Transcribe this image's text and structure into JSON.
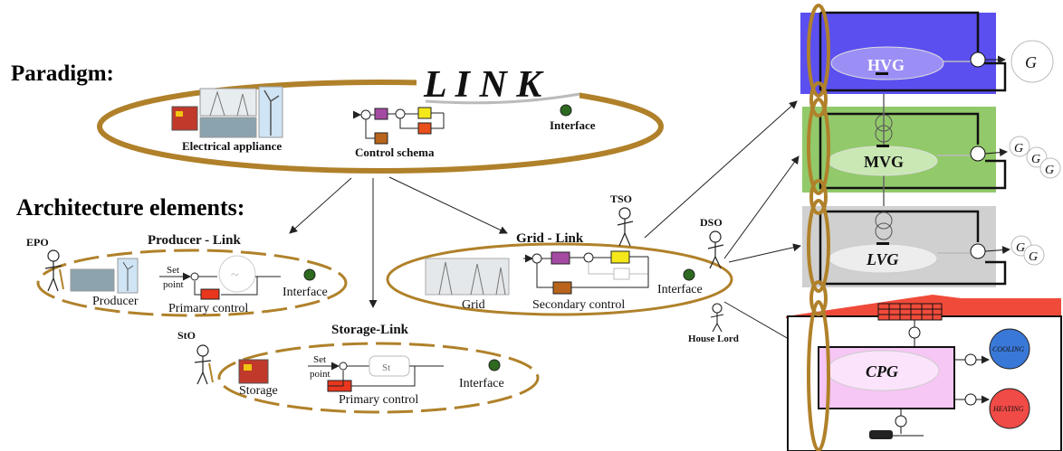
{
  "headings": {
    "paradigm": "Paradigm:",
    "architecture": "Architecture elements:"
  },
  "link": {
    "title": "L I N K",
    "electrical": "Electrical appliance",
    "control": "Control schema",
    "interface": "Interface"
  },
  "producer": {
    "title": "Producer - Link",
    "actor": "EPO",
    "label": "Producer",
    "set": "Set",
    "point": "point",
    "primary": "Primary control",
    "interface": "Interface"
  },
  "storage": {
    "title": "Storage-Link",
    "actor": "StO",
    "label": "Storage",
    "set": "Set",
    "point": "point",
    "st": "St",
    "primary": "Primary control",
    "interface": "Interface"
  },
  "grid": {
    "title": "Grid - Link",
    "actor_tso": "TSO",
    "actor_dso": "DSO",
    "actor_house": "House Lord",
    "label": "Grid",
    "secondary": "Secondary control",
    "interface": "Interface"
  },
  "levels": {
    "hvg": "HVG",
    "mvg": "MVG",
    "lvg": "LVG",
    "cpg": "CPG",
    "g": "G",
    "cooling": "COOLING",
    "heating": "HEATING"
  },
  "colors": {
    "ring": "#b0812a",
    "hvg_bg": "#5b4ff0",
    "mvg_bg": "#92c96a",
    "lvg_bg": "#d0d0d0",
    "cpg_bg": "#f6c6f4",
    "house_roof": "#f04b3a",
    "cooling": "#3a78d8",
    "heating": "#f04b46"
  }
}
